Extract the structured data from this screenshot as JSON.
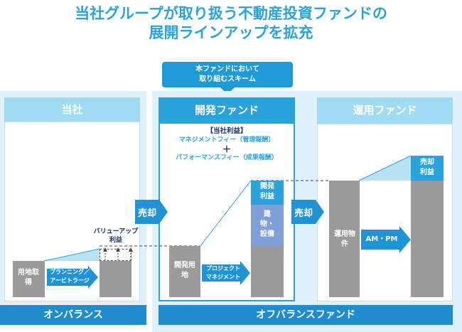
{
  "title": {
    "line1": "当社グループが取り扱う不動産投資ファンドの",
    "line2": "展開ラインアップを拡充"
  },
  "scheme_callout": {
    "line1": "本ファンドにおいて",
    "line2": "取り組むスキーム"
  },
  "panels": {
    "ours": {
      "header": "当社"
    },
    "development": {
      "header": "開発ファンド",
      "profit_heading": "【当社利益】",
      "fee1": "マネジメントフィー（管理報酬）",
      "plus": "＋",
      "fee2": "パフォーマンスフィー（成果報酬）"
    },
    "operation": {
      "header": "運用ファンド"
    }
  },
  "bars": {
    "land_acquisition": "用地取得",
    "value_up_profit": "バリューアップ利益",
    "dev_land": "開発用地",
    "dev_profit": "開発利益",
    "building": "建物・設備",
    "operating_property": "運用物件",
    "sale_profit": "売却利益"
  },
  "arrows": {
    "planning": {
      "line1": "プランニング／",
      "line2": "アービトラージ"
    },
    "project_mgmt": {
      "line1": "プロジェクト",
      "line2": "マネジメント"
    },
    "am_pm": "AM・PM",
    "sell1": "売却",
    "sell2": "売却"
  },
  "bottom": {
    "on_balance": "オンバランス",
    "off_balance": "オフバランスファンド"
  },
  "colors": {
    "accent": "#2aa3dd",
    "panel_bg": "#dff1fb",
    "bar_gray": "#9a9a9a",
    "profit_blue": "#2aa3dd",
    "building_blue": "#7f9fd8",
    "band_blue": "#1e8ccd"
  }
}
